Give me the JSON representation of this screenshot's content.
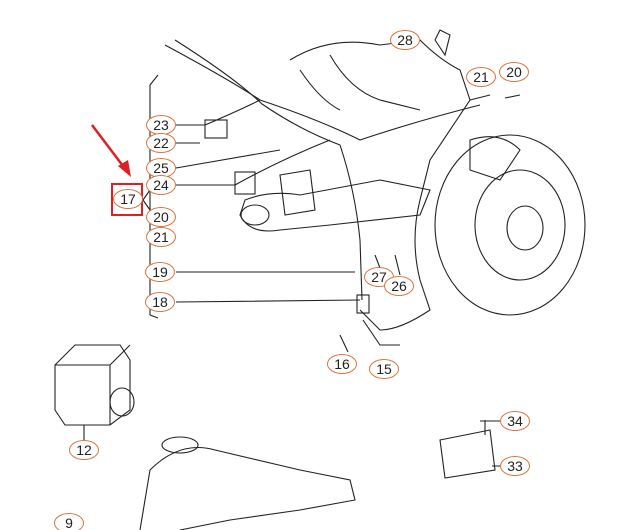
{
  "callouts": [
    "28",
    "21",
    "20",
    "23",
    "22",
    "25",
    "24",
    "17",
    "20",
    "21",
    "19",
    "18",
    "27",
    "26",
    "16",
    "15",
    "12",
    "34",
    "33",
    "9"
  ],
  "highlight": {
    "label": "17",
    "color": "#e02020"
  },
  "colors": {
    "callout_border": "#d9733a",
    "arrow": "#e02020",
    "line_art": "#222222"
  }
}
